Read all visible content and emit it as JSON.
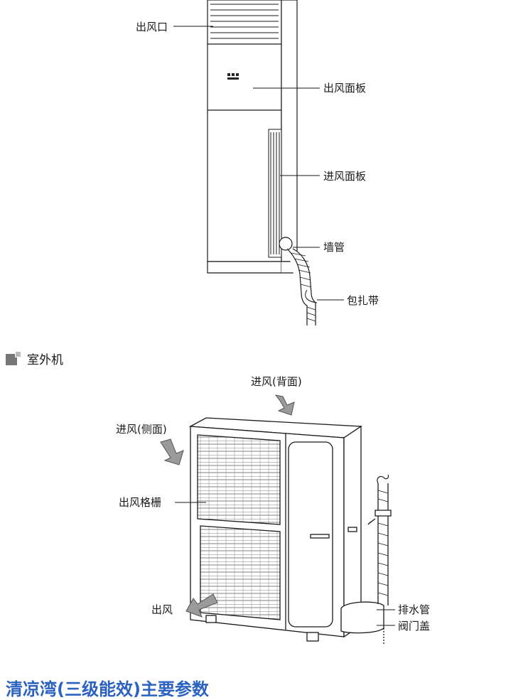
{
  "indoor": {
    "labels": {
      "outlet": "出风口",
      "outlet_panel": "出风面板",
      "inlet_panel": "进风面板",
      "wall_pipe": "墙管",
      "wrap_tape": "包扎带"
    }
  },
  "section": {
    "title": "室外机"
  },
  "outdoor": {
    "labels": {
      "inlet_back": "进风(背面)",
      "inlet_side": "进风(侧面)",
      "outlet_grille": "出风格栅",
      "outlet": "出风",
      "drain_pipe": "排水管",
      "valve_cover": "阀门盖"
    }
  },
  "bottom_title": "清凉湾(三级能效)主要参数",
  "colors": {
    "title_blue": "#2b62c2",
    "line": "#1a1a1a",
    "arrow_gray": "#9a9a9a"
  }
}
